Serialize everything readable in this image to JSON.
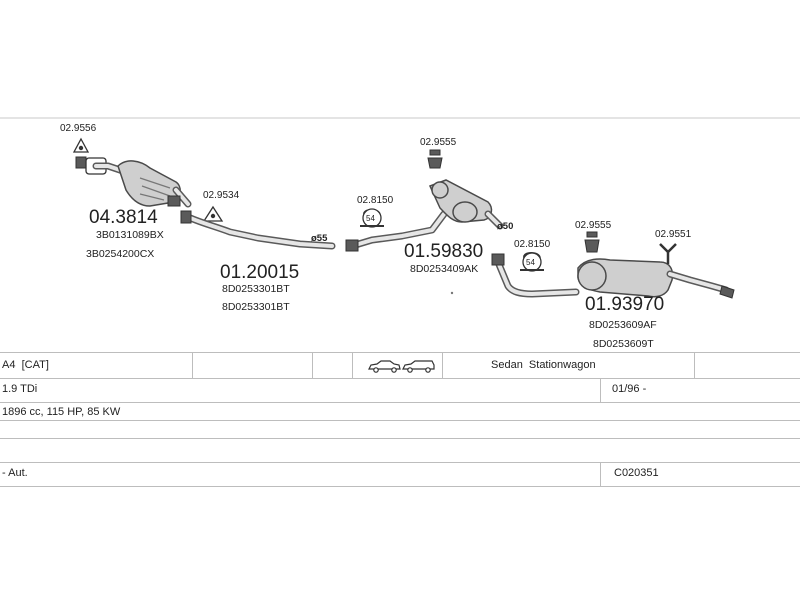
{
  "diagram": {
    "parts": [
      {
        "id": "catalytic-converter",
        "number": "04.3814",
        "codes": [
          "3B0131089BX",
          "3B0254200CX"
        ]
      },
      {
        "id": "front-pipe",
        "number": "01.20015",
        "codes": [
          "8D0253301BT",
          "8D0253301BT"
        ]
      },
      {
        "id": "middle-silencer",
        "number": "01.59830",
        "codes": [
          "8D0253409AK"
        ]
      },
      {
        "id": "rear-silencer",
        "number": "01.93970",
        "codes": [
          "8D0253609AF",
          "8D0253609T"
        ]
      }
    ],
    "accessories": {
      "gasket_top_left": "02.9556",
      "gasket_front": "02.9534",
      "clamp_front": "02.8150",
      "mount_middle": "02.9555",
      "clamp_rear": "02.8150",
      "mount_rear": "02.9555",
      "mount_tail": "02.9551"
    },
    "clamp_badge": "54",
    "diameters": {
      "front": "ø55",
      "middle": "ø50"
    }
  },
  "vehicle": {
    "model": "A4",
    "cat": "[CAT]",
    "body_types": "Sedan  Stationwagon",
    "engine": "1.9 TDi",
    "date_range": "01/96 -",
    "specs": "1896 cc, 115 HP, 85 KW",
    "transmission": "- Aut.",
    "system_code": "C020351"
  },
  "icons": [
    "sedan-car-icon",
    "station-wagon-icon"
  ]
}
